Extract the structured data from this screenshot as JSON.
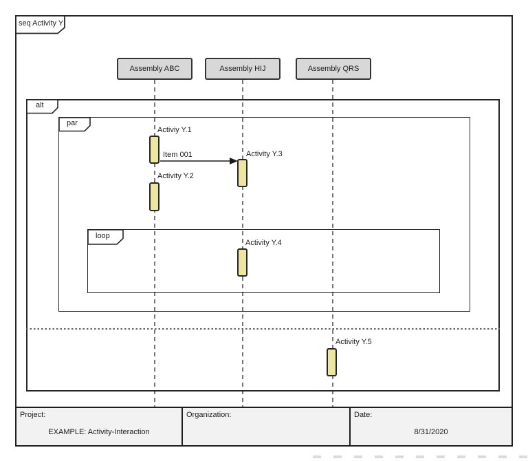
{
  "frame": {
    "label": "seq Activity Y"
  },
  "lifelines": [
    {
      "name": "Assembly ABC"
    },
    {
      "name": "Assembly HIJ"
    },
    {
      "name": "Assembly QRS"
    }
  ],
  "fragments": {
    "alt": "alt",
    "par": "par",
    "loop": "loop"
  },
  "activities": {
    "y1": "Activiy Y.1",
    "y2": "Activity Y.2",
    "y3": "Activity Y.3",
    "y4": "Activity Y.4",
    "y5": "Activity Y.5"
  },
  "messages": {
    "item001": "Item 001"
  },
  "footer": {
    "project_label": "Project:",
    "project_value": "EXAMPLE: Activity-Interaction",
    "organization_label": "Organization:",
    "organization_value": "",
    "date_label": "Date:",
    "date_value": "8/31/2020"
  },
  "colors": {
    "activation_fill": "#EDE6A3",
    "header_fill": "#D8D8D8",
    "footer_fill": "#F2F2F2",
    "frame_stroke": "#262626",
    "lifeline_color": "#757575"
  }
}
